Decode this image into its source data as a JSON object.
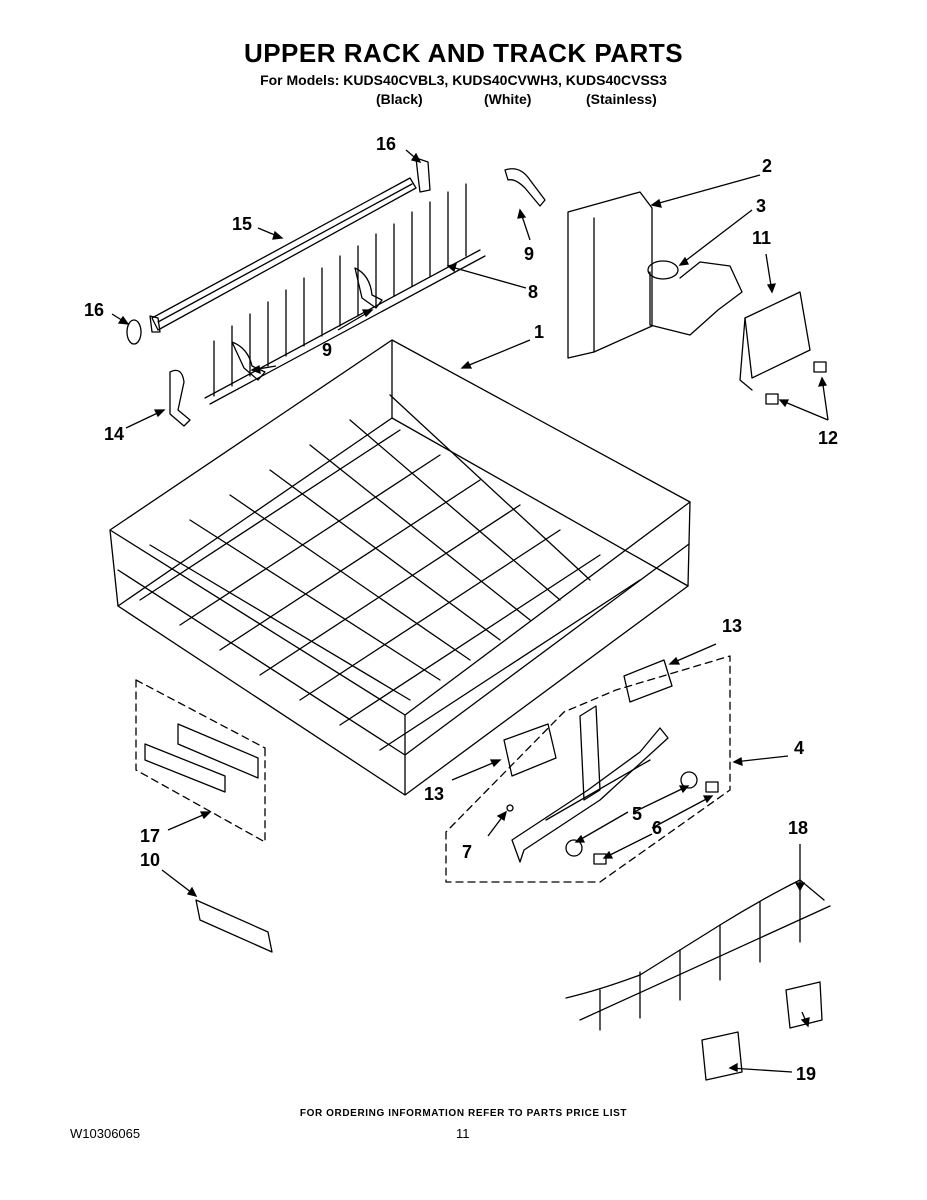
{
  "header": {
    "title": "UPPER RACK AND TRACK PARTS",
    "models_line": "For Models: KUDS40CVBL3, KUDS40CVWH3, KUDS40CVSS3",
    "finishes": [
      "(Black)",
      "(White)",
      "(Stainless)"
    ]
  },
  "callouts": [
    "16",
    "15",
    "16",
    "2",
    "3",
    "11",
    "9",
    "8",
    "9",
    "1",
    "14",
    "12",
    "13",
    "4",
    "13",
    "5",
    "6",
    "7",
    "17",
    "10",
    "18",
    "19"
  ],
  "footer": {
    "ordering_note": "FOR ORDERING INFORMATION REFER TO PARTS PRICE LIST",
    "doc_number": "W10306065",
    "page_number": "11"
  }
}
